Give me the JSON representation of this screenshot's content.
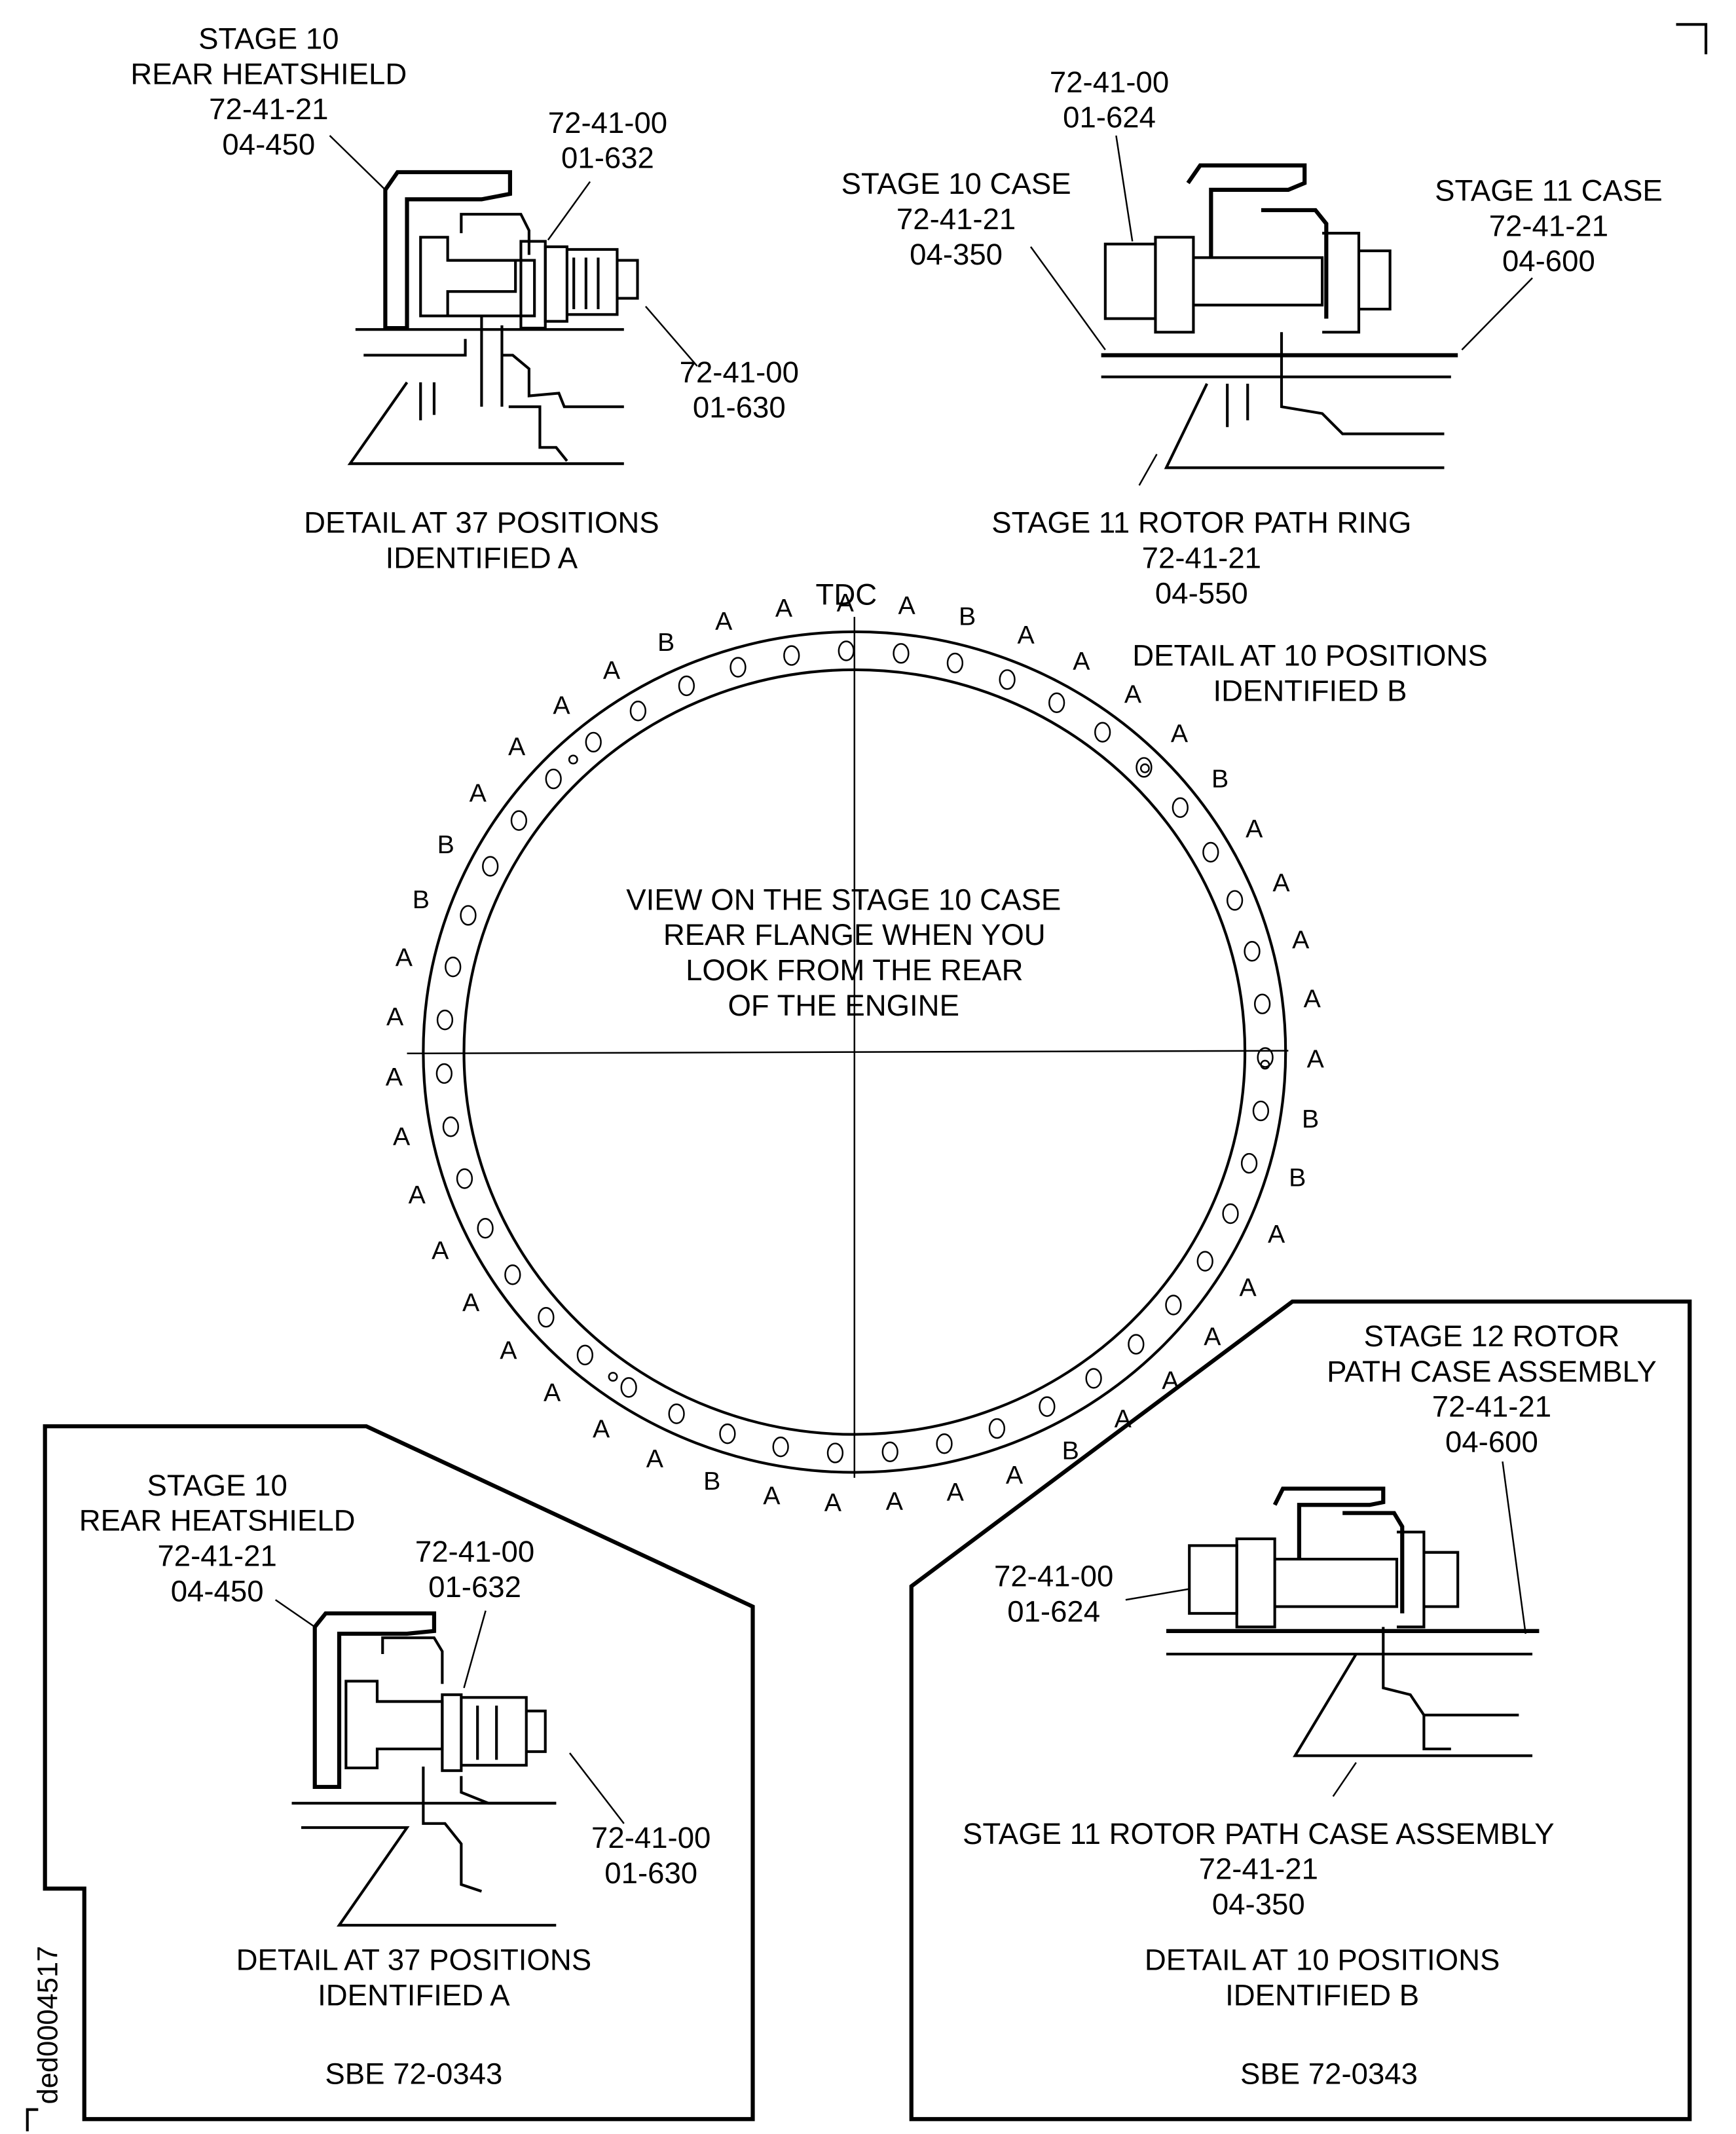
{
  "diagram": {
    "document_id": "ded0004517",
    "top_left_detail": {
      "title": "DETAIL AT 37 POSITIONS",
      "subtitle": "IDENTIFIED A",
      "labels": [
        {
          "lines": [
            "STAGE 10",
            "REAR HEATSHIELD",
            "72-41-21",
            "04-450"
          ]
        },
        {
          "lines": [
            "72-41-00",
            "01-632"
          ]
        },
        {
          "lines": [
            "72-41-00",
            "01-630"
          ]
        }
      ]
    },
    "top_right_detail": {
      "title": "DETAIL AT 10 POSITIONS",
      "subtitle": "IDENTIFIED B",
      "labels": [
        {
          "lines": [
            "72-41-00",
            "01-624"
          ]
        },
        {
          "lines": [
            "STAGE 10 CASE",
            "72-41-21",
            "04-350"
          ]
        },
        {
          "lines": [
            "STAGE 11 CASE",
            "72-41-21",
            "04-600"
          ]
        },
        {
          "lines": [
            "STAGE 11 ROTOR PATH RING",
            "72-41-21",
            "04-550"
          ]
        }
      ]
    },
    "flange_view": {
      "tdc_label": "TDC",
      "caption": [
        "VIEW ON THE STAGE 10 CASE",
        "REAR FLANGE WHEN YOU",
        "LOOK FROM THE REAR",
        "OF THE ENGINE"
      ],
      "position_letters_clockwise_from_tdc": [
        "A",
        "A",
        "B",
        "A",
        "A",
        "A",
        "A",
        "B",
        "A",
        "A",
        "A",
        "A",
        "A",
        "B",
        "B",
        "A",
        "A",
        "A",
        "A",
        "A",
        "B",
        "A",
        "A",
        "A",
        "A",
        "A",
        "B",
        "A",
        "A",
        "A",
        "A",
        "A",
        "A",
        "A",
        "A",
        "A",
        "A",
        "A",
        "B",
        "B",
        "A",
        "A",
        "A",
        "A",
        "B",
        "A",
        "A"
      ]
    },
    "bottom_left_detail": {
      "title": "DETAIL AT 37 POSITIONS",
      "subtitle": "IDENTIFIED A",
      "reference": "SBE 72-0343",
      "labels": [
        {
          "lines": [
            "STAGE 10",
            "REAR HEATSHIELD",
            "72-41-21",
            "04-450"
          ]
        },
        {
          "lines": [
            "72-41-00",
            "01-632"
          ]
        },
        {
          "lines": [
            "72-41-00",
            "01-630"
          ]
        }
      ]
    },
    "bottom_right_detail": {
      "title": "DETAIL AT 10 POSITIONS",
      "subtitle": "IDENTIFIED B",
      "reference": "SBE 72-0343",
      "labels": [
        {
          "lines": [
            "STAGE 12 ROTOR",
            "PATH CASE ASSEMBLY",
            "72-41-21",
            "04-600"
          ]
        },
        {
          "lines": [
            "72-41-00",
            "01-624"
          ]
        },
        {
          "lines": [
            "STAGE 11 ROTOR PATH CASE ASSEMBLY",
            "72-41-21",
            "04-350"
          ]
        }
      ]
    }
  }
}
